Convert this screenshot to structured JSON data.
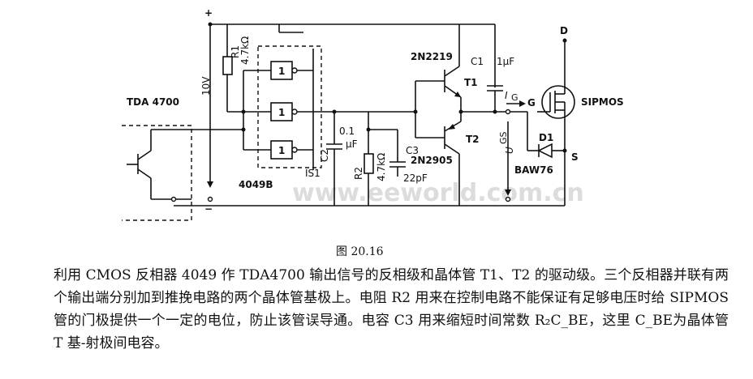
{
  "labels": {
    "tda": "TDA 4700",
    "v10": "10V",
    "plus": "+",
    "minus": "−",
    "r1": "R1",
    "r1val": "4.7kΩ",
    "gate": "1",
    "ic": "IS1",
    "ic_part": "4049B",
    "c2": "C2",
    "c2val_a": "0.1",
    "c2val_b": "μF",
    "r2": "R2",
    "r2val": "4.7kΩ",
    "c3": "C3",
    "c3val": "22pF",
    "q1_part": "2N2219",
    "q1": "T1",
    "q2_part": "2N2905",
    "q2": "T2",
    "c1": "C1",
    "c1val": "1μF",
    "ig": "I",
    "ig_sub": "G",
    "ugs": "U",
    "ugs_sub": "GS",
    "g": "G",
    "d": "D",
    "s": "S",
    "sipmos": "SIPMOS",
    "d1": "D1",
    "d1_part": "BAW76",
    "watermark": "www.eeworld.com.cn"
  },
  "caption": "图 20.16",
  "description": "利用 CMOS 反相器 4049 作 TDA4700 输出信号的反相级和晶体管 T1、T2 的驱动级。三个反相器并联有两个输出端分别加到推挽电路的两个晶体管基极上。电阻 R2 用来在控制电路不能保证有足够电压时给 SIPMOS 管的门极提供一个一定的电位，防止该管误导通。电容 C3 用来缩短时间常数 R₂C_BE，这里 C_BE为晶体管 T 基-射极间电容。"
}
